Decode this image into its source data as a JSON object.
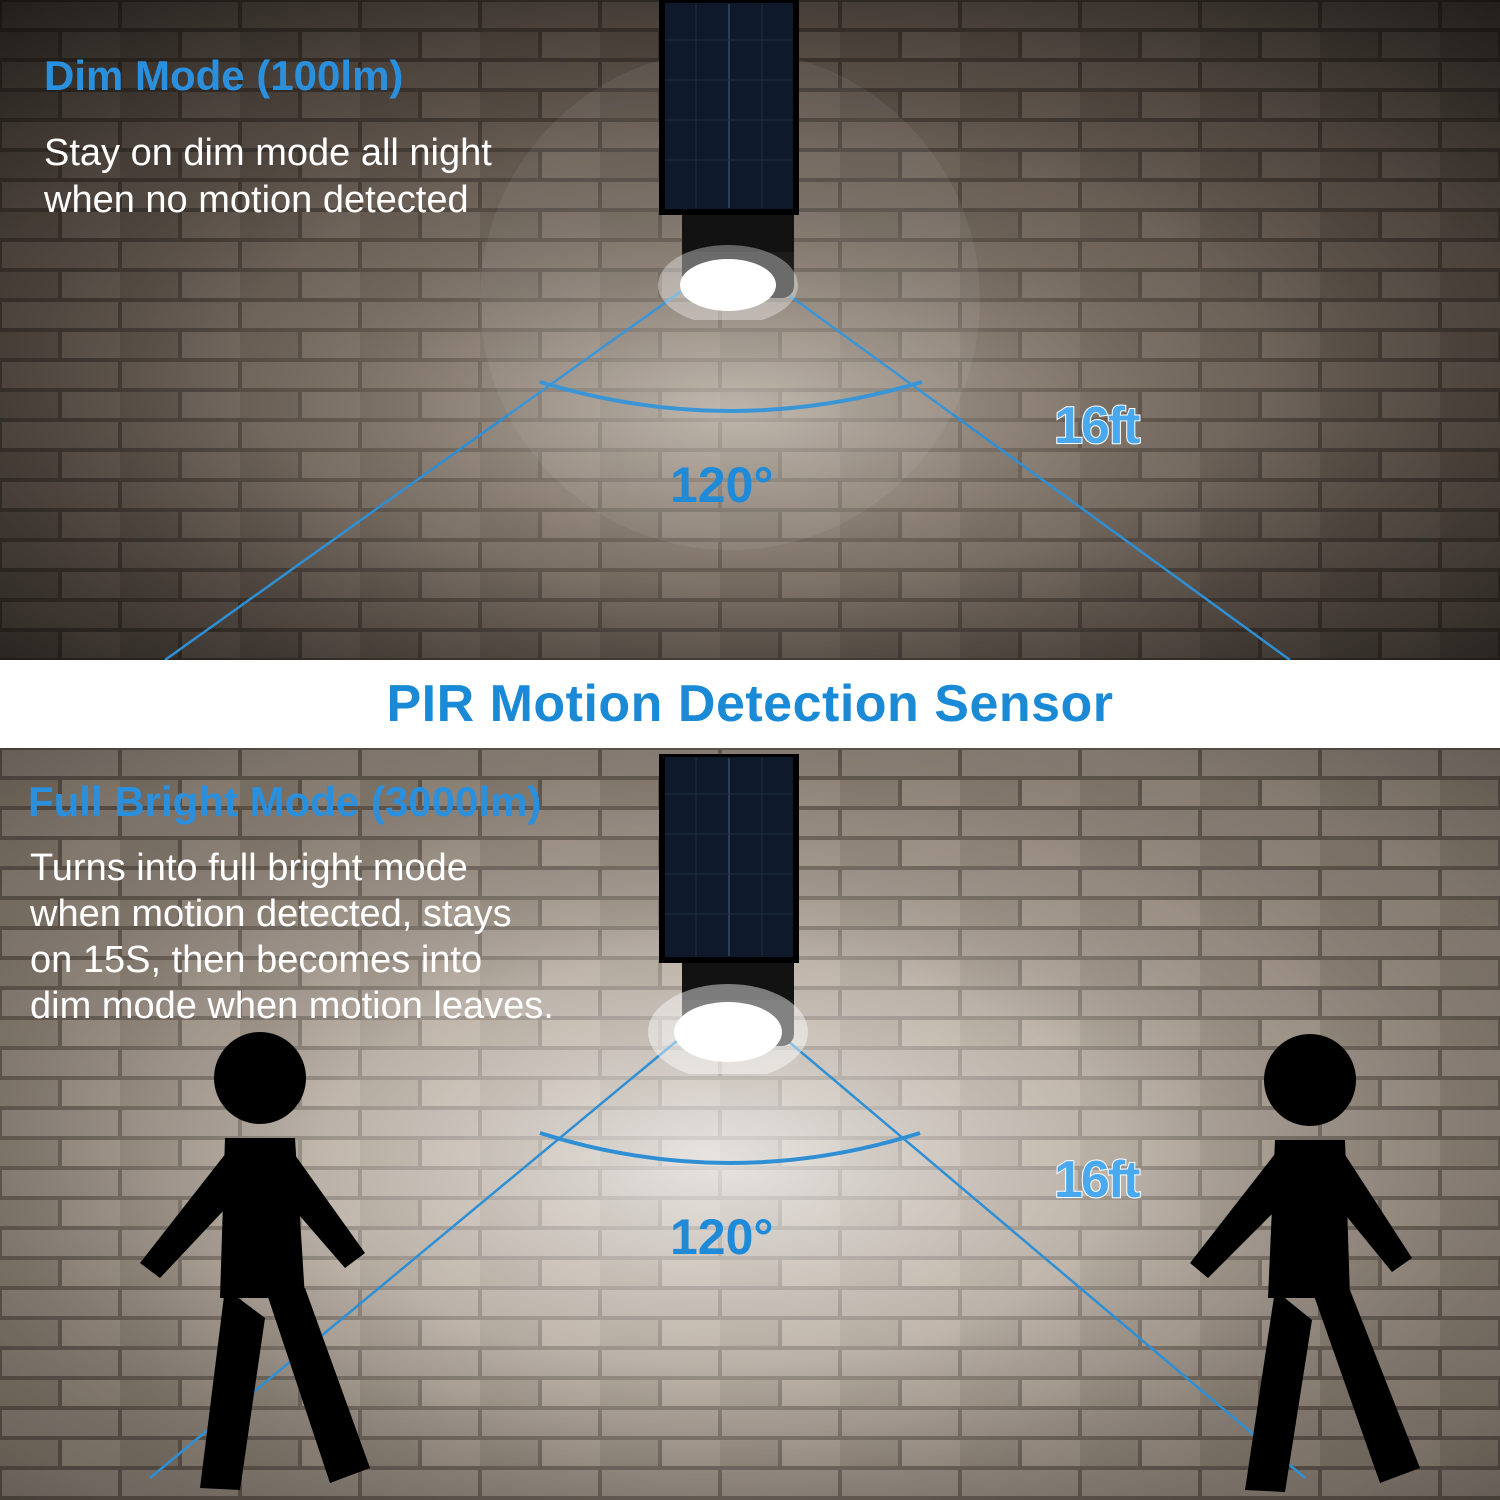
{
  "banner": {
    "title": "PIR Motion Detection Sensor"
  },
  "dim_mode": {
    "title": "Dim Mode (100lm)",
    "description": [
      "Stay on dim mode all night",
      "when no motion detected"
    ],
    "angle_label": "120°",
    "distance_label": "16ft"
  },
  "bright_mode": {
    "title": "Full Bright Mode (3000lm)",
    "description": [
      "Turns into full bright mode",
      "when motion detected, stays",
      "on 15S, then becomes into",
      "dim mode when motion leaves."
    ],
    "angle_label": "120°",
    "distance_label": "16ft"
  },
  "colors": {
    "accent": "#1f8bd8",
    "beam_line": "#2e8fd4",
    "wall_dark": "#3a312b",
    "wall_light": "#8a7f74"
  },
  "icons": [
    "solar-panel-icon",
    "led-lamp-icon",
    "walking-person-icon"
  ]
}
